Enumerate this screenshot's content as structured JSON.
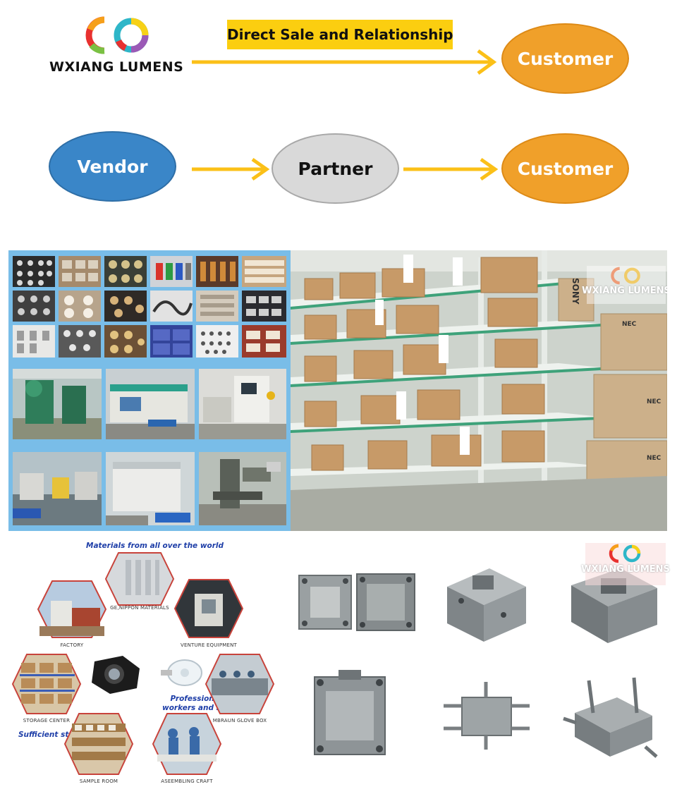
{
  "logo": {
    "brand_name": "WXIANG LUMENS",
    "ring_colors": [
      "#e8312f",
      "#f6a01a",
      "#f7d117",
      "#7ac143",
      "#2eb6c8",
      "#9b59b6"
    ]
  },
  "flow_direct": {
    "banner_label": "Direct Sale and Relationship",
    "banner_color": "#fbce10",
    "customer_label": "Customer",
    "arrow_color": "#fbc018"
  },
  "flow_channel": {
    "vendor_label": "Vendor",
    "partner_label": "Partner",
    "customer_label": "Customer"
  },
  "colors": {
    "customer": "#f0a02a",
    "vendor": "#3a86c8",
    "partner": "#d9d9d9",
    "panel_blue": "#79bde8",
    "note_blue": "#1f3fa8"
  },
  "warehouse_photo": {
    "watermark": "WXIANG LUMENS",
    "box_labels": [
      "SONY",
      "NEC",
      "NEC",
      "NEC"
    ]
  },
  "infographic": {
    "note_materials": "Materials from all over the world",
    "note_workers_line1": "Professional",
    "note_workers_line2": "workers and machines",
    "note_stock": "Sufficient stock",
    "captions": {
      "materials": "GE,NIPPON MATERIALS",
      "factory": "FACTORY",
      "equipment": "VENTURE EQUIPMENT",
      "storage": "STORAGE CENTER",
      "glovebox": "MBRAUN GLOVE BOX",
      "sample": "SAMPLE ROOM",
      "assembling": "ASEEMBLING CRAFT"
    }
  },
  "molds_photo": {
    "watermark": "WXIANG LUMENS"
  }
}
